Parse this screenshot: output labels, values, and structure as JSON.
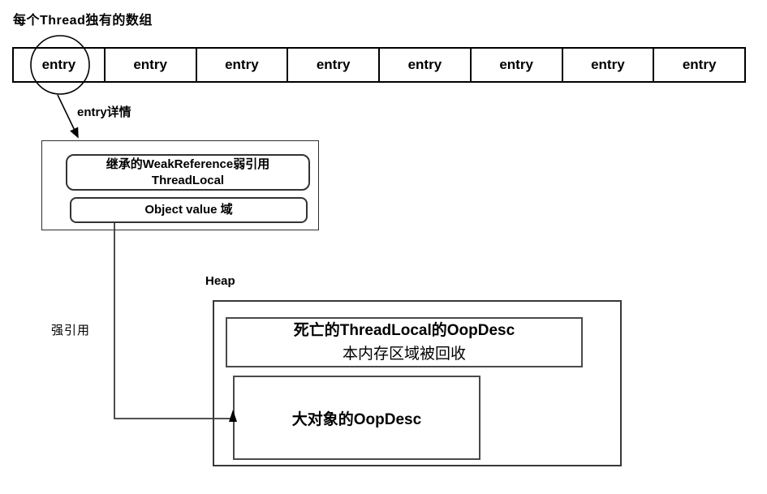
{
  "diagram": {
    "title": "每个Thread独有的数组",
    "array": {
      "cells": [
        "entry",
        "entry",
        "entry",
        "entry",
        "entry",
        "entry",
        "entry",
        "entry"
      ]
    },
    "entry_callout": {
      "label": "entry详情"
    },
    "entry_detail": {
      "weak_reference_line1": "继承的WeakReference弱引用",
      "weak_reference_line2": "ThreadLocal",
      "object_value_field": "Object value 域"
    },
    "strong_reference_label": "强引用",
    "heap": {
      "label": "Heap",
      "dead_threadlocal": {
        "line1": "死亡的ThreadLocal的OopDesc",
        "line2": "本内存区域被回收"
      },
      "big_object": {
        "label": "大对象的OopDesc"
      }
    },
    "colors": {
      "background": "#ffffff",
      "text": "#000000",
      "line": "#000000",
      "box_border": "#3a3a3a"
    }
  }
}
